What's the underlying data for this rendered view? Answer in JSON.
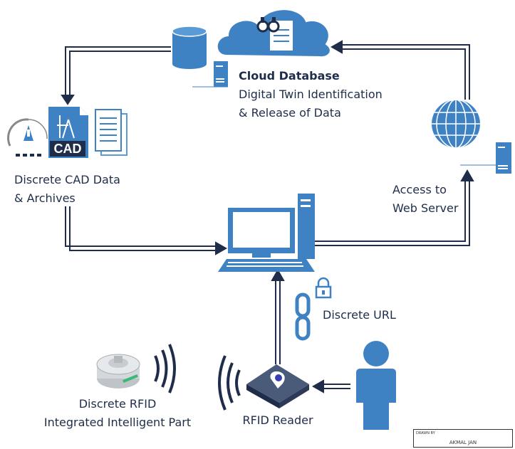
{
  "labels": {
    "cloud_title": "Cloud Database",
    "cloud_line1": "Digital Twin Identification",
    "cloud_line2": "& Release of Data",
    "cad_line1": "Discrete CAD Data",
    "cad_line2": "& Archives",
    "cad_icon_text": "CAD",
    "web_line1": "Access to",
    "web_line2": "Web Server",
    "url": "Discrete URL",
    "rfid_part_line1": "Discrete RFID",
    "rfid_part_line2": "Integrated Intelligent Part",
    "reader": "RFID Reader"
  },
  "stamp": {
    "drawn_by_label": "DRAWN BY",
    "author": "AKMAL JAN"
  },
  "colors": {
    "flow_line": "#1f2d4b",
    "icon_blue": "#3f82c4",
    "icon_light": "#5b9bd5"
  }
}
